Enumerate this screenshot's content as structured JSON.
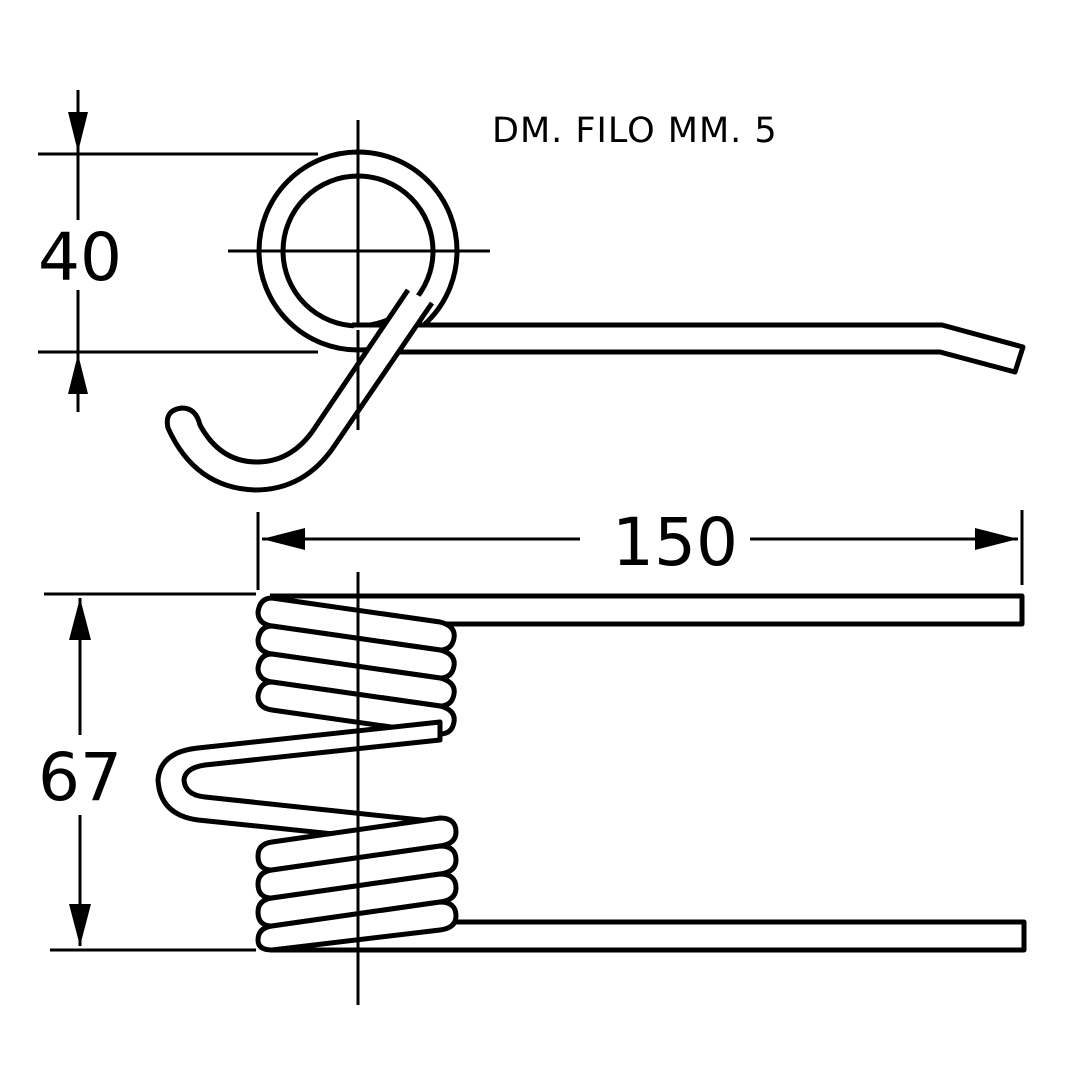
{
  "note": "DM. FILO MM. 5",
  "dimensions": {
    "coil_height": "40",
    "length": "150",
    "total_width": "67"
  },
  "colors": {
    "ink": "#000000",
    "background": "#ffffff"
  }
}
